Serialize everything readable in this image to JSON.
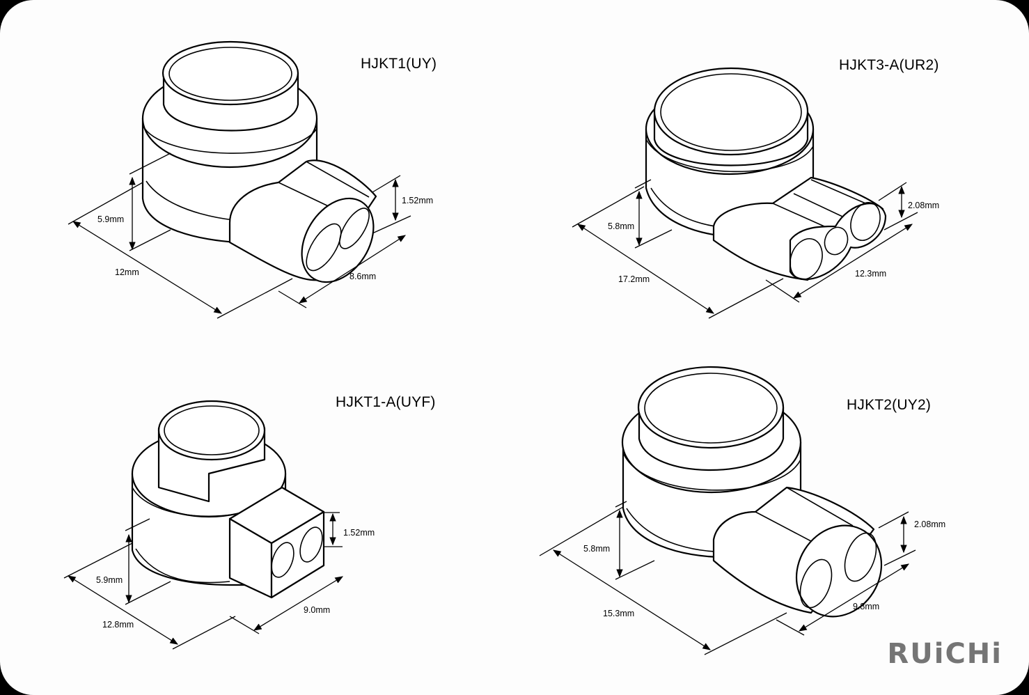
{
  "connectors": [
    {
      "model": "HJKT1(UY)",
      "height": "5.9mm",
      "length": "12mm",
      "width": "8.6mm",
      "wire_dim": "1.52mm"
    },
    {
      "model": "HJKT3-A(UR2)",
      "height": "5.8mm",
      "length": "17.2mm",
      "width": "12.3mm",
      "wire_dim": "2.08mm"
    },
    {
      "model": "HJKT1-A(UYF)",
      "height": "5.9mm",
      "length": "12.8mm",
      "width": "9.0mm",
      "wire_dim": "1.52mm"
    },
    {
      "model": "HJKT2(UY2)",
      "height": "5.8mm",
      "length": "15.3mm",
      "width": "9.8mm",
      "wire_dim": "2.08mm"
    }
  ],
  "brand": {
    "name": "RUiCHi",
    "accent_color": "#e8413c",
    "text_color": "#757575"
  }
}
